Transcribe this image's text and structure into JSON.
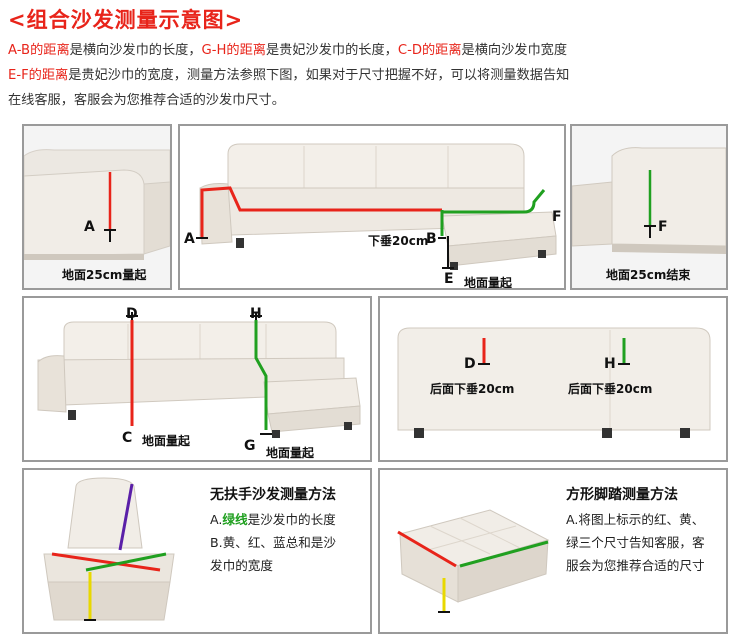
{
  "header": {
    "title": "<组合沙发测量示意图>"
  },
  "intro": {
    "line1": [
      {
        "text": "A-B的距离",
        "red": true
      },
      {
        "text": "是横向沙发巾的长度，",
        "red": false
      },
      {
        "text": "G-H的距离",
        "red": true
      },
      {
        "text": "是贵妃沙发巾的长度，",
        "red": false
      },
      {
        "text": "C-D的距离",
        "red": true
      },
      {
        "text": "是横向沙发巾宽度",
        "red": false
      }
    ],
    "line2": [
      {
        "text": "E-F的距离",
        "red": true
      },
      {
        "text": "是贵妃沙巾的宽度，测量方法参照下图，如果对于尺寸把握不好，可以将测量数据告知",
        "red": false
      }
    ],
    "line3": "在线客服，客服会为您推荐合适的沙发巾尺寸。"
  },
  "panel1": {
    "label_a": "A",
    "caption": "地面25cm量起"
  },
  "panel2": {
    "label_a": "A",
    "label_b": "B",
    "label_below": "下垂20cm",
    "label_e": "E",
    "label_floor": "地面量起",
    "label_f": "F"
  },
  "panel3": {
    "label_f": "F",
    "caption": "地面25cm结束"
  },
  "panel4": {
    "label_d": "D",
    "label_h": "H",
    "label_c": "C",
    "label_c_caption": "地面量起",
    "label_g": "G",
    "label_g_caption": "地面量起"
  },
  "panel5": {
    "label_d": "D",
    "label_h": "H",
    "back_left": "后面下垂20cm",
    "back_right": "后面下垂20cm"
  },
  "panel6": {
    "title": "无扶手沙发测量方法",
    "line1_prefix": "A.",
    "line1_green": "绿线",
    "line1_rest": "是沙发巾的长度",
    "line2": "B.黄、红、蓝总和是沙",
    "line3": "发巾的宽度"
  },
  "panel7": {
    "title": "方形脚踏测量方法",
    "line1": "A.将图上标示的红、黄、",
    "line2": "绿三个尺寸告知客服，客",
    "line3": "服会为您推荐合适的尺寸"
  },
  "colors": {
    "red": "#e8241a",
    "green": "#20a020",
    "yellow": "#e8d800",
    "blue": "#5a1fa8",
    "border": "#9a9a9a"
  }
}
